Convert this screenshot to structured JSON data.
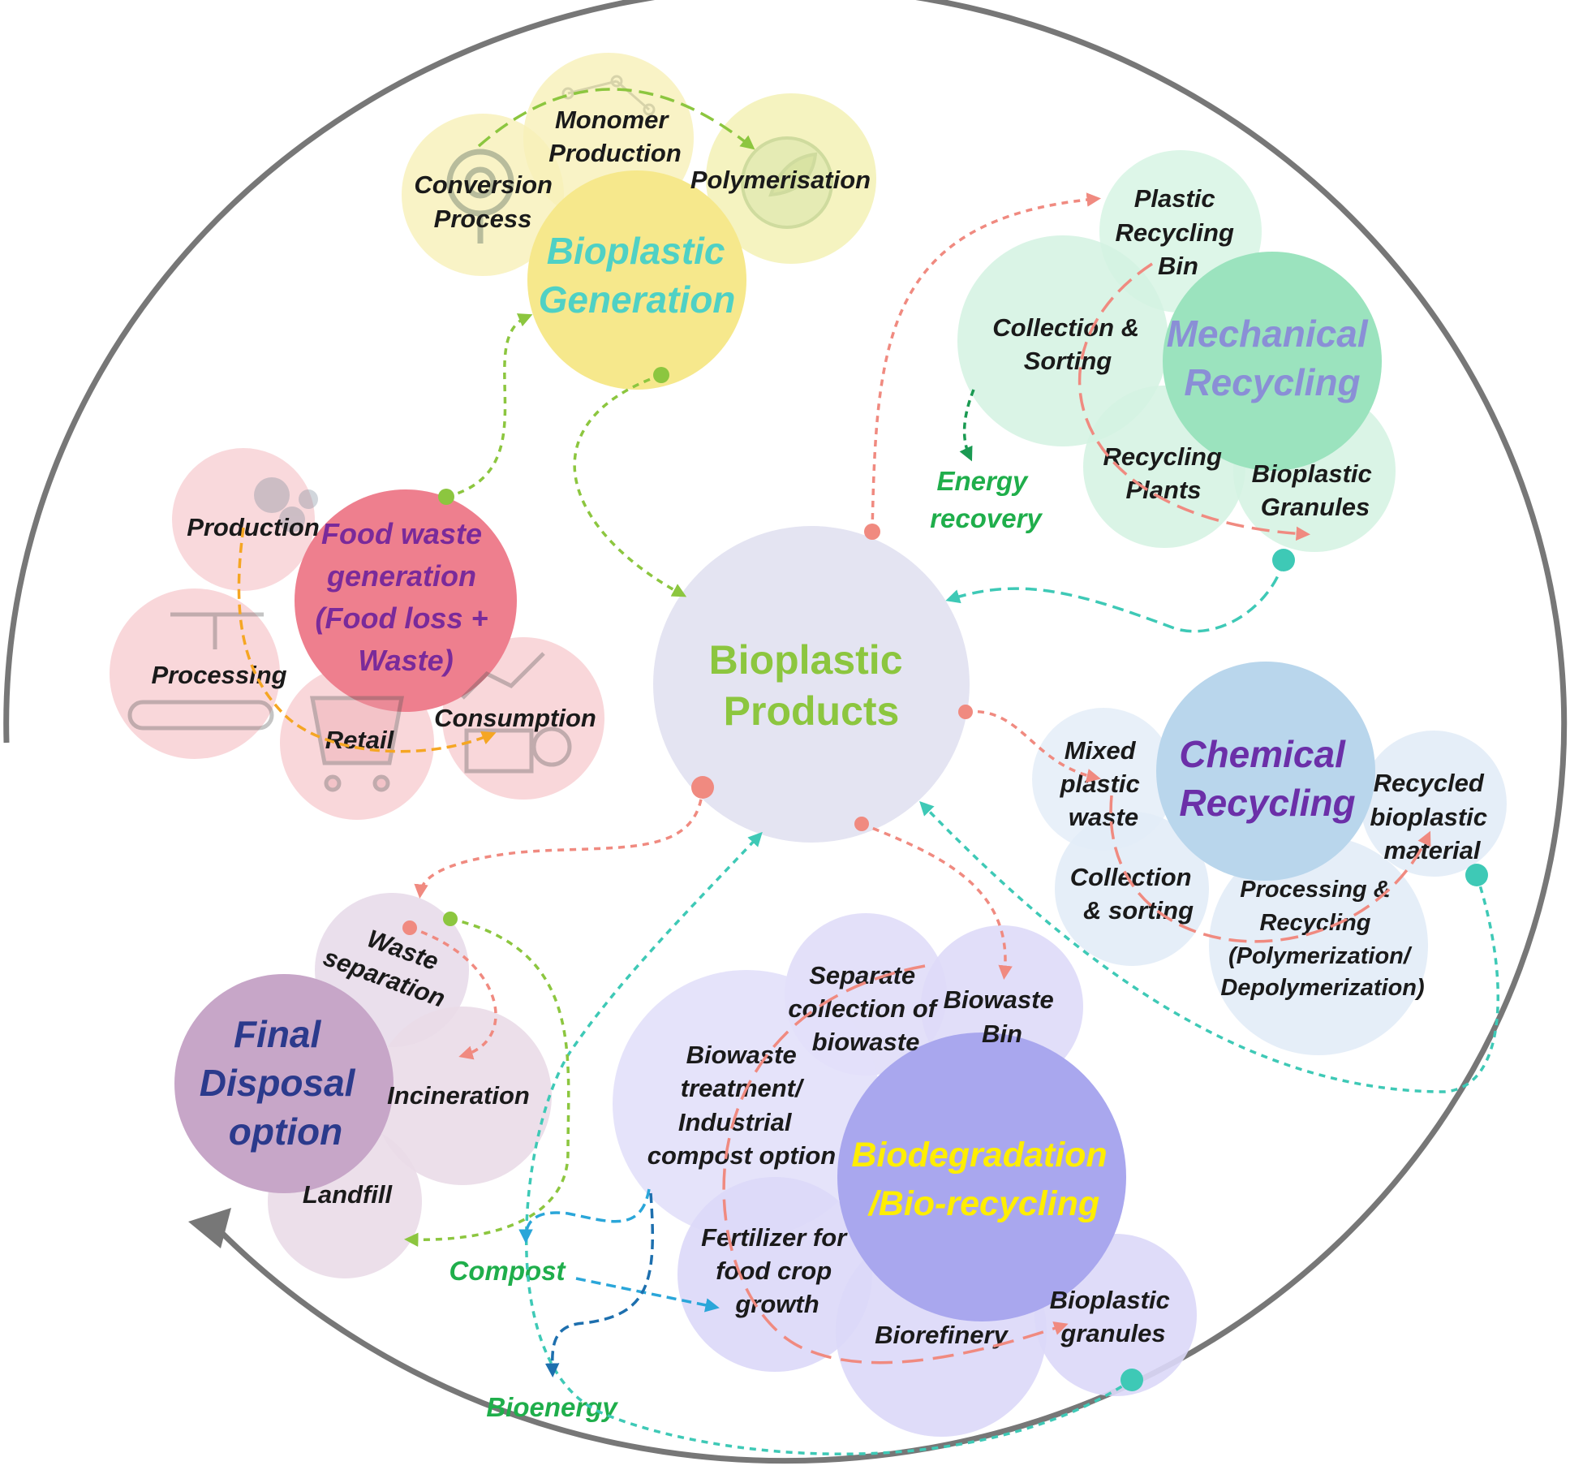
{
  "center": {
    "lines": [
      "Bioplastic",
      "Products"
    ]
  },
  "bioplastic_generation": {
    "title_lines": [
      "Bioplastic",
      "Generation"
    ],
    "conversion_lines": [
      "Conversion",
      "Process"
    ],
    "monomer_lines": [
      "Monomer",
      "Production"
    ],
    "polymerisation": "Polymerisation"
  },
  "mechanical_recycling": {
    "title_lines": [
      "Mechanical",
      "Recycling"
    ],
    "bin_lines": [
      "Plastic",
      "Recycling",
      "Bin"
    ],
    "collection_lines": [
      "Collection &",
      "Sorting"
    ],
    "plants_lines": [
      "Recycling",
      "Plants"
    ],
    "granules_lines": [
      "Bioplastic",
      "Granules"
    ],
    "energy_lines": [
      "Energy",
      "recovery"
    ]
  },
  "chemical_recycling": {
    "title_lines": [
      "Chemical",
      "Recycling"
    ],
    "mixed_lines": [
      "Mixed",
      "plastic",
      "waste"
    ],
    "recycled_lines": [
      "Recycled",
      "bioplastic",
      "material"
    ],
    "collection_lines": [
      "Collection",
      "& sorting"
    ],
    "processing_lines": [
      "Processing &",
      "Recycling",
      "(Polymerization/",
      "Depolymerization)"
    ]
  },
  "biodegradation": {
    "title_lines": [
      "Biodegradation",
      "/Bio-recycling"
    ],
    "separate_lines": [
      "Separate",
      "collection of",
      "biowaste"
    ],
    "bin_lines": [
      "Biowaste",
      "Bin"
    ],
    "treatment_lines": [
      "Biowaste",
      "treatment/",
      "Industrial",
      "compost option"
    ],
    "fertilizer_lines": [
      "Fertilizer for",
      "food crop",
      "growth"
    ],
    "biorefinery": "Biorefinery",
    "granules_lines": [
      "Bioplastic",
      "granules"
    ],
    "compost": "Compost",
    "bioenergy": "Bioenergy"
  },
  "final_disposal": {
    "title_lines": [
      "Final",
      "Disposal",
      "option"
    ],
    "separation_lines": [
      "Waste",
      "separation"
    ],
    "incineration": "Incineration",
    "landfill": "Landfill"
  },
  "food_waste": {
    "title_lines": [
      "Food waste",
      "generation",
      "(Food loss +",
      "Waste)"
    ],
    "production": "Production",
    "processing": "Processing",
    "retail": "Retail",
    "consumption": "Consumption"
  },
  "icons": [
    "gear-cycle-icon",
    "molecule-icon",
    "leaf-network-icon",
    "gears-workers-icon",
    "conveyor-robot-icon",
    "shopping-cart-icon",
    "growth-chart-icon"
  ],
  "colors": {
    "generation_circle": "#f6e88c",
    "generation_title": "#4fd1c5",
    "mechanical_circle": "#9be3be",
    "mechanical_title": "#8a8fd6",
    "chemical_circle": "#b9d6ec",
    "chemical_title": "#6b2fa8",
    "biodegradation_circle": "#a9a7ee",
    "biodegradation_title": "#ffee00",
    "final_disposal_circle": "#c7a6c8",
    "final_disposal_title": "#2b3a8c",
    "food_waste_circle": "#ee7f8e",
    "food_waste_title": "#7a2a9a",
    "center_circle": "#e4e4f2",
    "center_title": "#8cc63f",
    "outcome_text": "#1fae4b",
    "arrow_green": "#8cc63f",
    "arrow_pink": "#f08a80",
    "arrow_teal": "#3ec9b6",
    "arrow_orange": "#f5a623",
    "arrow_blue": "#2aa6d9",
    "outer_cycle": "#777777"
  }
}
